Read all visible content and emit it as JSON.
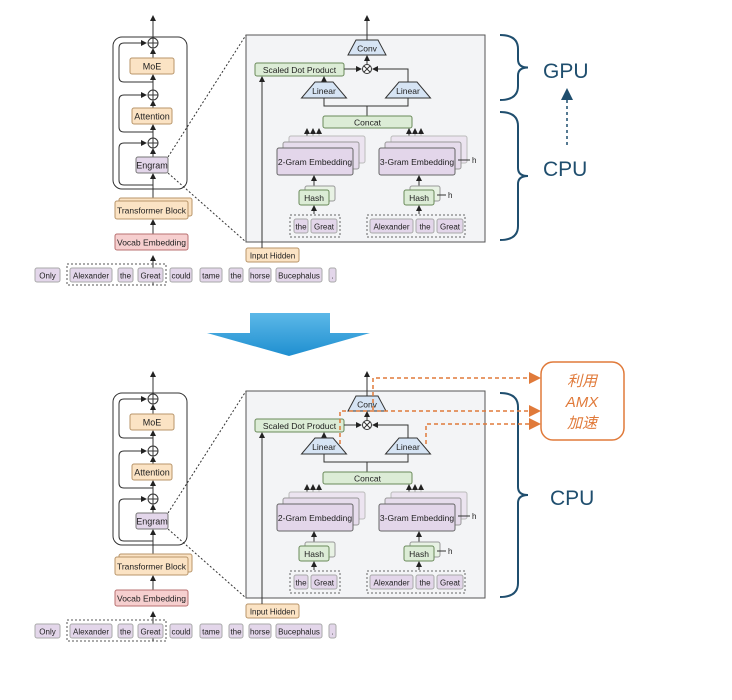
{
  "diagram": {
    "left_stack": {
      "moe": "MoE",
      "attention": "Attention",
      "engram": "Engram",
      "transformer_block": "Transformer Block",
      "vocab_embedding": "Vocab Embedding"
    },
    "tokens": [
      "Only",
      "Alexander",
      "the",
      "Great",
      "could",
      "tame",
      "the",
      "horse",
      "Bucephalus",
      "."
    ],
    "engram_detail": {
      "conv": "Conv",
      "scaled_dot_product": "Scaled Dot Product",
      "linear": "Linear",
      "concat": "Concat",
      "embedding_2gram": "2-Gram Embedding",
      "embedding_3gram": "3-Gram Embedding",
      "hash": "Hash",
      "h_label": "h",
      "input_hidden": "Input Hidden",
      "tokens_2gram": [
        "the",
        "Great"
      ],
      "tokens_3gram": [
        "Alexander",
        "the",
        "Great"
      ]
    }
  },
  "top": {
    "gpu_label": "GPU",
    "cpu_label": "CPU"
  },
  "bottom": {
    "cpu_label": "CPU",
    "amx_box": [
      "利用",
      "AMX",
      "加速"
    ]
  },
  "colors": {
    "accent_blue": "#1f4e6e",
    "arrow_blue": "#3aa0d8",
    "amx_orange": "#e07a3a",
    "moe_fill": "#fbe3c4",
    "engram_fill": "#e3d6ea",
    "vocab_fill": "#f6cfcf",
    "green_fill": "#dcecd6",
    "linear_fill": "#d6e4f4"
  }
}
